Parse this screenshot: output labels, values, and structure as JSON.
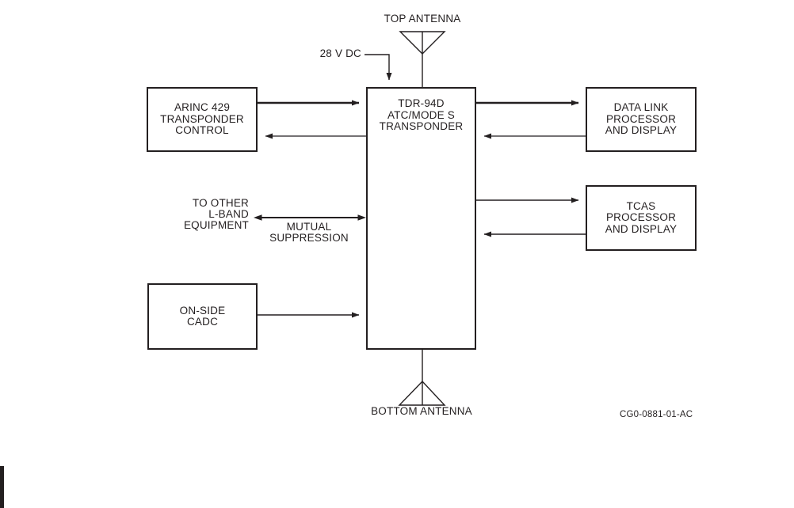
{
  "diagram": {
    "type": "avionics-block-diagram",
    "colors": {
      "ink": "#231f20",
      "background": "#ffffff"
    },
    "boxes": {
      "arinc": "ARINC 429\nTRANSPONDER\nCONTROL",
      "tdr": "TDR-94D\nATC/MODE S\nTRANSPONDER",
      "datalink": "DATA LINK\nPROCESSOR\nAND DISPLAY",
      "tcas": "TCAS\nPROCESSOR\nAND DISPLAY",
      "cadc": "ON-SIDE\nCADC"
    },
    "labels": {
      "top_antenna": "TOP ANTENNA",
      "bottom_antenna": "BOTTOM ANTENNA",
      "power": "28 V DC",
      "lband": "TO OTHER\nL-BAND\nEQUIPMENT",
      "mutual": "MUTUAL\nSUPPRESSION",
      "figure_code": "CG0-0881-01-AC"
    },
    "connections": [
      "ARINC 429 TRANSPONDER CONTROL -> TDR-94D",
      "TDR-94D -> ARINC 429 TRANSPONDER CONTROL",
      "TDR-94D -> DATA LINK PROCESSOR AND DISPLAY",
      "DATA LINK PROCESSOR AND DISPLAY -> TDR-94D",
      "TDR-94D -> TCAS PROCESSOR AND DISPLAY",
      "TCAS PROCESSOR AND DISPLAY -> TDR-94D",
      "TO OTHER L-BAND EQUIPMENT <-> TDR-94D (MUTUAL SUPPRESSION)",
      "ON-SIDE CADC -> TDR-94D",
      "28 V DC -> TDR-94D",
      "TOP ANTENNA - TDR-94D",
      "BOTTOM ANTENNA - TDR-94D"
    ]
  }
}
